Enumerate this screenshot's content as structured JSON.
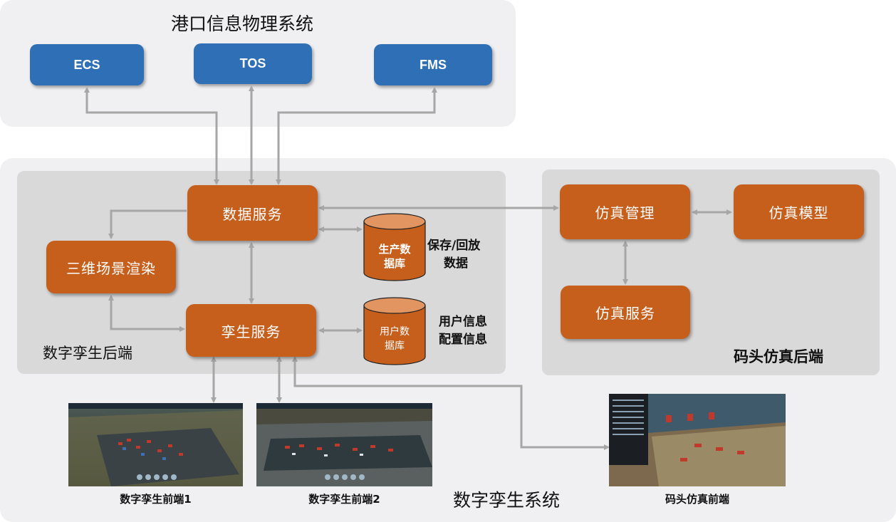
{
  "top_system": {
    "title": "港口信息物理系统",
    "systems": [
      "ECS",
      "TOS",
      "FMS"
    ]
  },
  "twin_system": {
    "title": "数字孪生系统",
    "backend": {
      "title": "数字孪生后端",
      "data_service": "数据服务",
      "twin_service": "孪生服务",
      "render_3d": "三维场景渲染",
      "db_production": {
        "name": "生产数据库",
        "line1": "生产数",
        "line2": "据库",
        "note_line1": "保存/回放",
        "note_line2": "数据"
      },
      "db_user": {
        "name": "用户数据库",
        "line1": "用户数",
        "line2": "据库",
        "note_line1": "用户信息",
        "note_line2": "配置信息"
      }
    },
    "sim_backend": {
      "title": "码头仿真后端",
      "sim_manage": "仿真管理",
      "sim_model": "仿真模型",
      "sim_service": "仿真服务"
    },
    "frontends": [
      "数字孪生前端1",
      "数字孪生前端2",
      "码头仿真前端"
    ]
  },
  "colors": {
    "blue_box": "#2e6fb5",
    "orange_box": "#c65f1c",
    "arrow": "#a6a6a6",
    "panel_outer": "#f0f0f3",
    "panel_inner": "#d9d9d9"
  }
}
